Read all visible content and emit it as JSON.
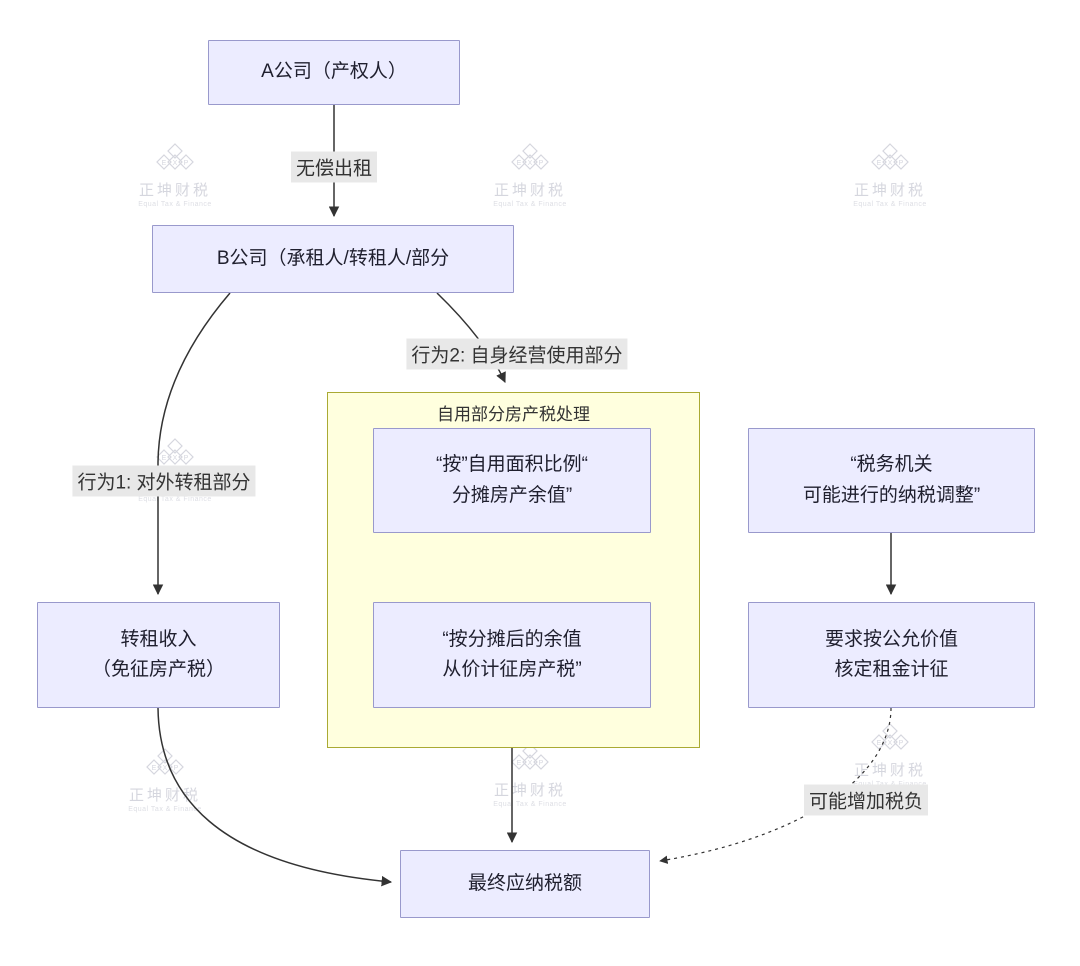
{
  "diagram": {
    "nodes": {
      "company_a": {
        "label": "A公司（产权人）"
      },
      "company_b": {
        "label": "B公司（承租人/转租人/部分"
      },
      "self_use_container": {
        "title": "自用部分房产税处理"
      },
      "allocate": {
        "line1": "“按”自用面积比例“",
        "line2": "分摊房产余值”"
      },
      "tax_by_value": {
        "line1": "“按分摊后的余值",
        "line2": "从价计征房产税”"
      },
      "tax_authority": {
        "line1": "“税务机关",
        "line2": "可能进行的纳税调整”"
      },
      "fair_value": {
        "line1": "要求按公允价值",
        "line2": "核定租金计征"
      },
      "sublease_income": {
        "line1": "转租收入",
        "line2": "（免征房产税）"
      },
      "final_tax": {
        "label": "最终应纳税额"
      }
    },
    "edge_labels": {
      "free_lease": "无偿出租",
      "action1": "行为1: 对外转租部分",
      "action2": "行为2: 自身经营使用部分",
      "increase_burden": "可能增加税负"
    },
    "watermark": {
      "cn": "正坤财税",
      "en": "Equal Tax & Finance"
    },
    "colors": {
      "node_fill": "#ECECFF",
      "node_border": "#9999CC",
      "container_fill": "#FFFFDE",
      "container_border": "#AAAA33",
      "edge_label_bg": "#E8E8E8",
      "edge_stroke": "#333333",
      "watermark_gray": "#B4B6C4"
    }
  }
}
